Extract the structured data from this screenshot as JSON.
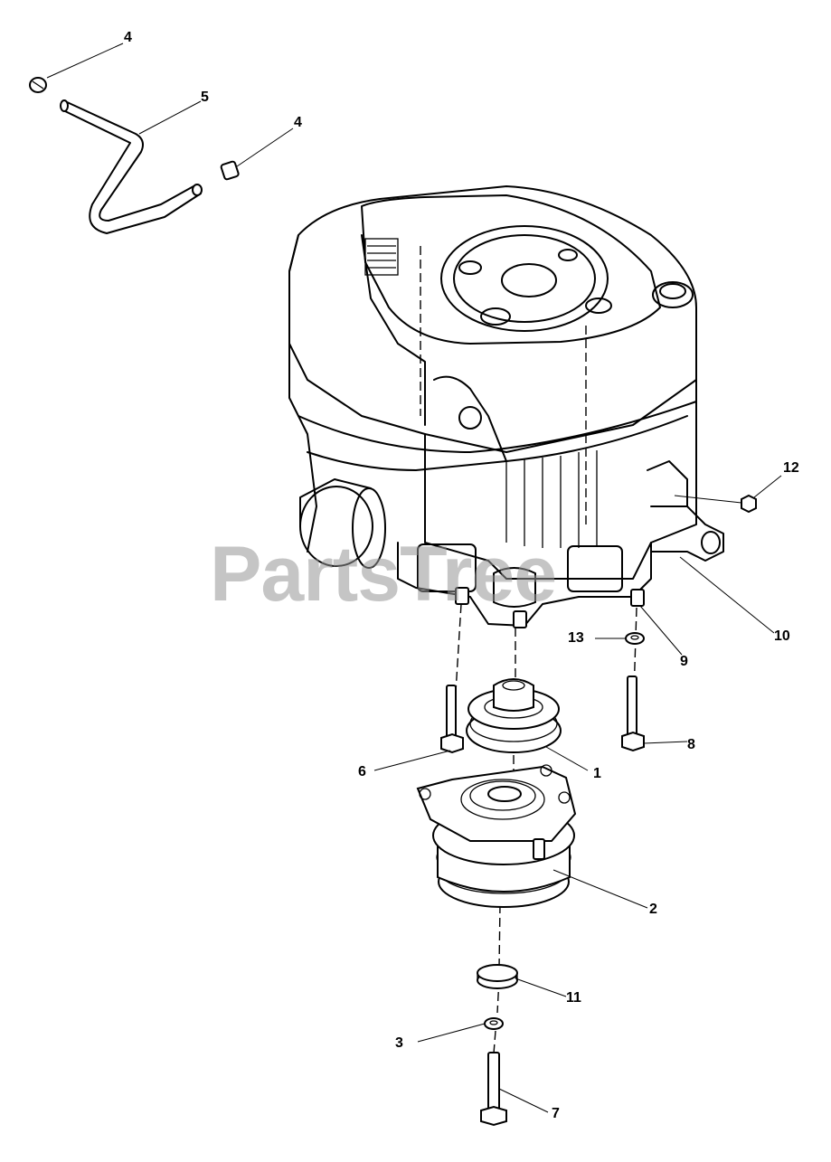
{
  "diagram": {
    "watermark": "PartsTree",
    "callouts": [
      {
        "id": "c4a",
        "label": "4"
      },
      {
        "id": "c5",
        "label": "5"
      },
      {
        "id": "c4b",
        "label": "4"
      },
      {
        "id": "c12",
        "label": "12"
      },
      {
        "id": "c10",
        "label": "10"
      },
      {
        "id": "c13",
        "label": "13"
      },
      {
        "id": "c9",
        "label": "9"
      },
      {
        "id": "c8",
        "label": "8"
      },
      {
        "id": "c6",
        "label": "6"
      },
      {
        "id": "c1",
        "label": "1"
      },
      {
        "id": "c2",
        "label": "2"
      },
      {
        "id": "c11",
        "label": "11"
      },
      {
        "id": "c3",
        "label": "3"
      },
      {
        "id": "c7",
        "label": "7"
      }
    ]
  }
}
